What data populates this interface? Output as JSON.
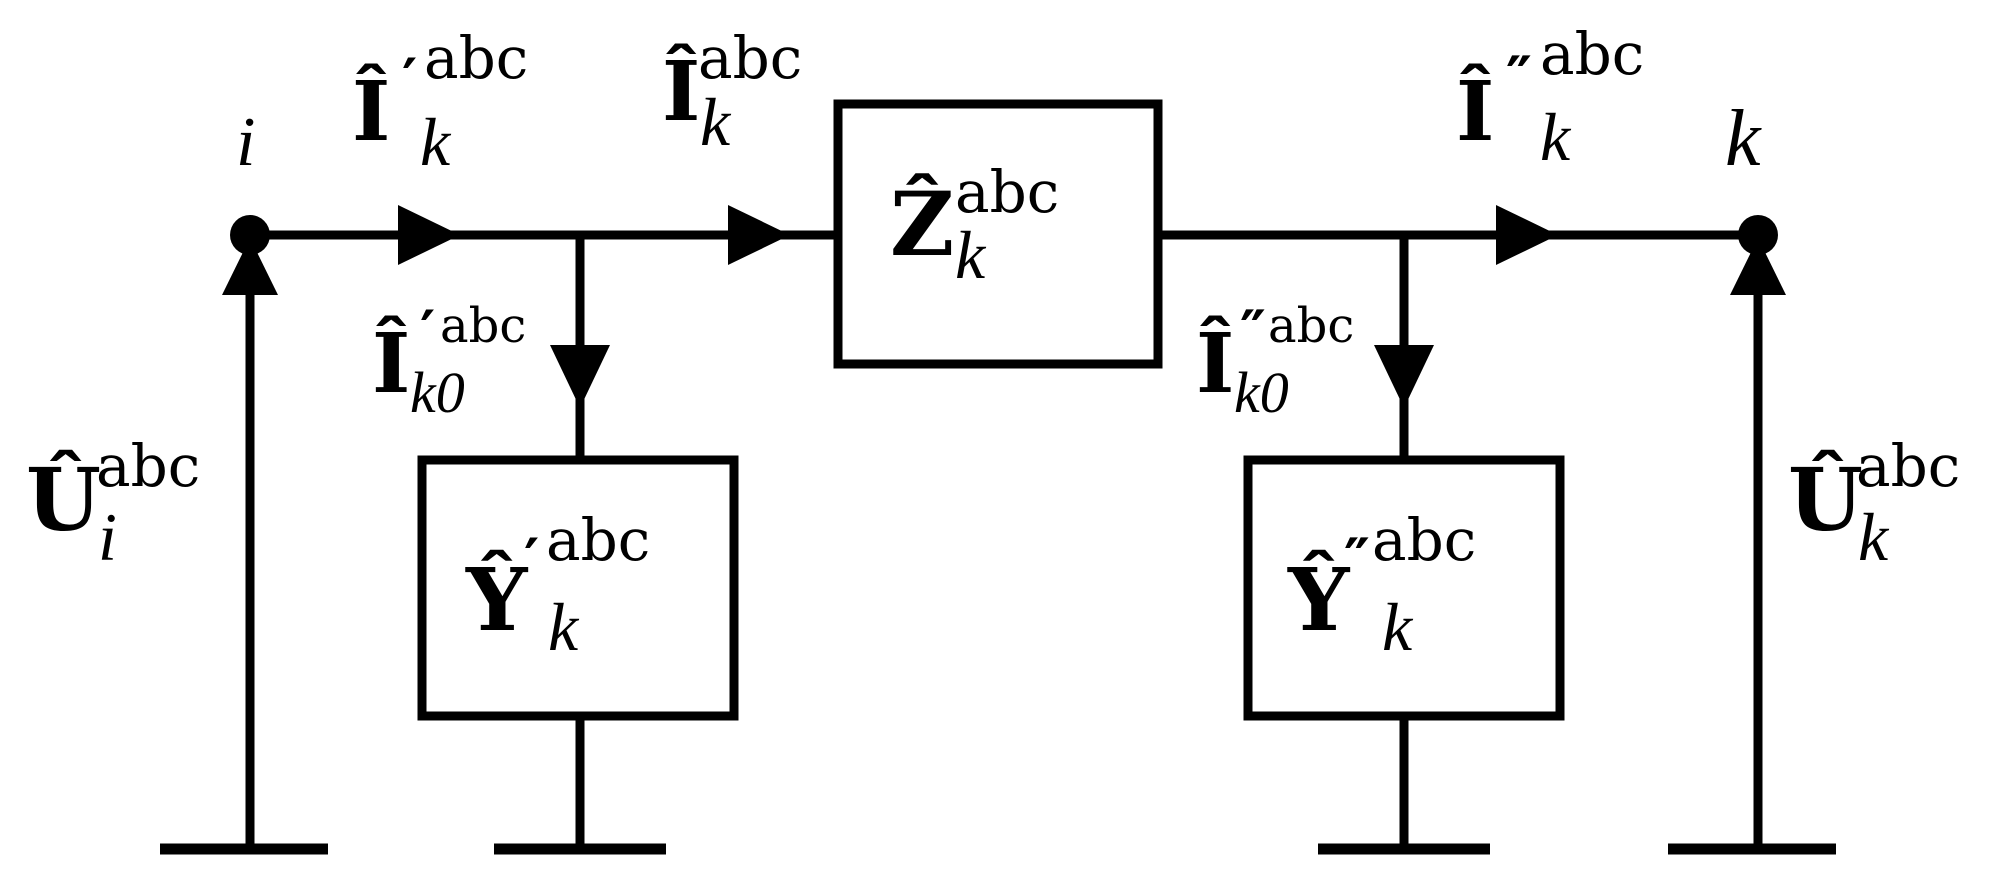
{
  "nodes": {
    "i": "i",
    "k": "k"
  },
  "currents": {
    "i_prime_k": {
      "symbol": "Î",
      "prime": "′",
      "sup": "abc",
      "sub": "k"
    },
    "i_k": {
      "symbol": "Î",
      "sup": "abc",
      "sub": "k"
    },
    "i_dprime_k": {
      "symbol": "Î",
      "prime": "″",
      "sup": "abc",
      "sub": "k"
    },
    "i_prime_k0": {
      "symbol": "Î",
      "prime": "′",
      "sup": "abc",
      "sub": "k0"
    },
    "i_dprime_k0": {
      "symbol": "Î",
      "prime": "″",
      "sup": "abc",
      "sub": "k0"
    }
  },
  "impedance": {
    "symbol": "Ẑ",
    "sup": "abc",
    "sub": "k"
  },
  "admittances": {
    "y_prime": {
      "symbol": "Ŷ",
      "prime": "′",
      "sup": "abc",
      "sub": "k"
    },
    "y_dprime": {
      "symbol": "Ŷ",
      "prime": "″",
      "sup": "abc",
      "sub": "k"
    }
  },
  "voltages": {
    "u_i": {
      "symbol": "Û",
      "sup": "abc",
      "sub": "i"
    },
    "u_k": {
      "symbol": "Û",
      "sup": "abc",
      "sub": "k"
    }
  }
}
